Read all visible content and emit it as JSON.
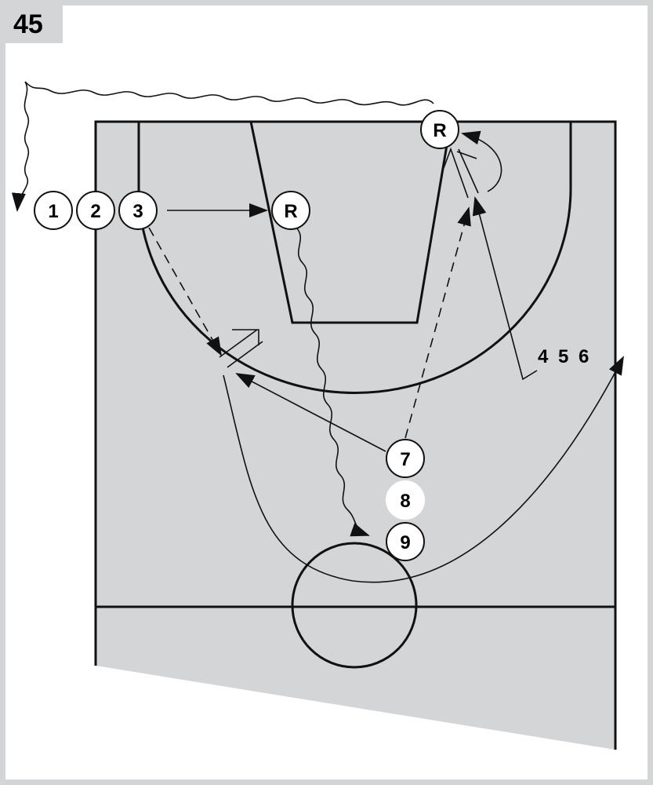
{
  "diagram_number": "45",
  "players": {
    "p1": "1",
    "p2": "2",
    "p3": "3",
    "rebounder_left": "R",
    "rebounder_top": "R",
    "p7": "7",
    "p8": "8",
    "p9": "9"
  },
  "group_label": "4 5 6",
  "colors": {
    "court": "#d4d5d7",
    "line": "#111111",
    "player_fill": "#ffffff"
  }
}
